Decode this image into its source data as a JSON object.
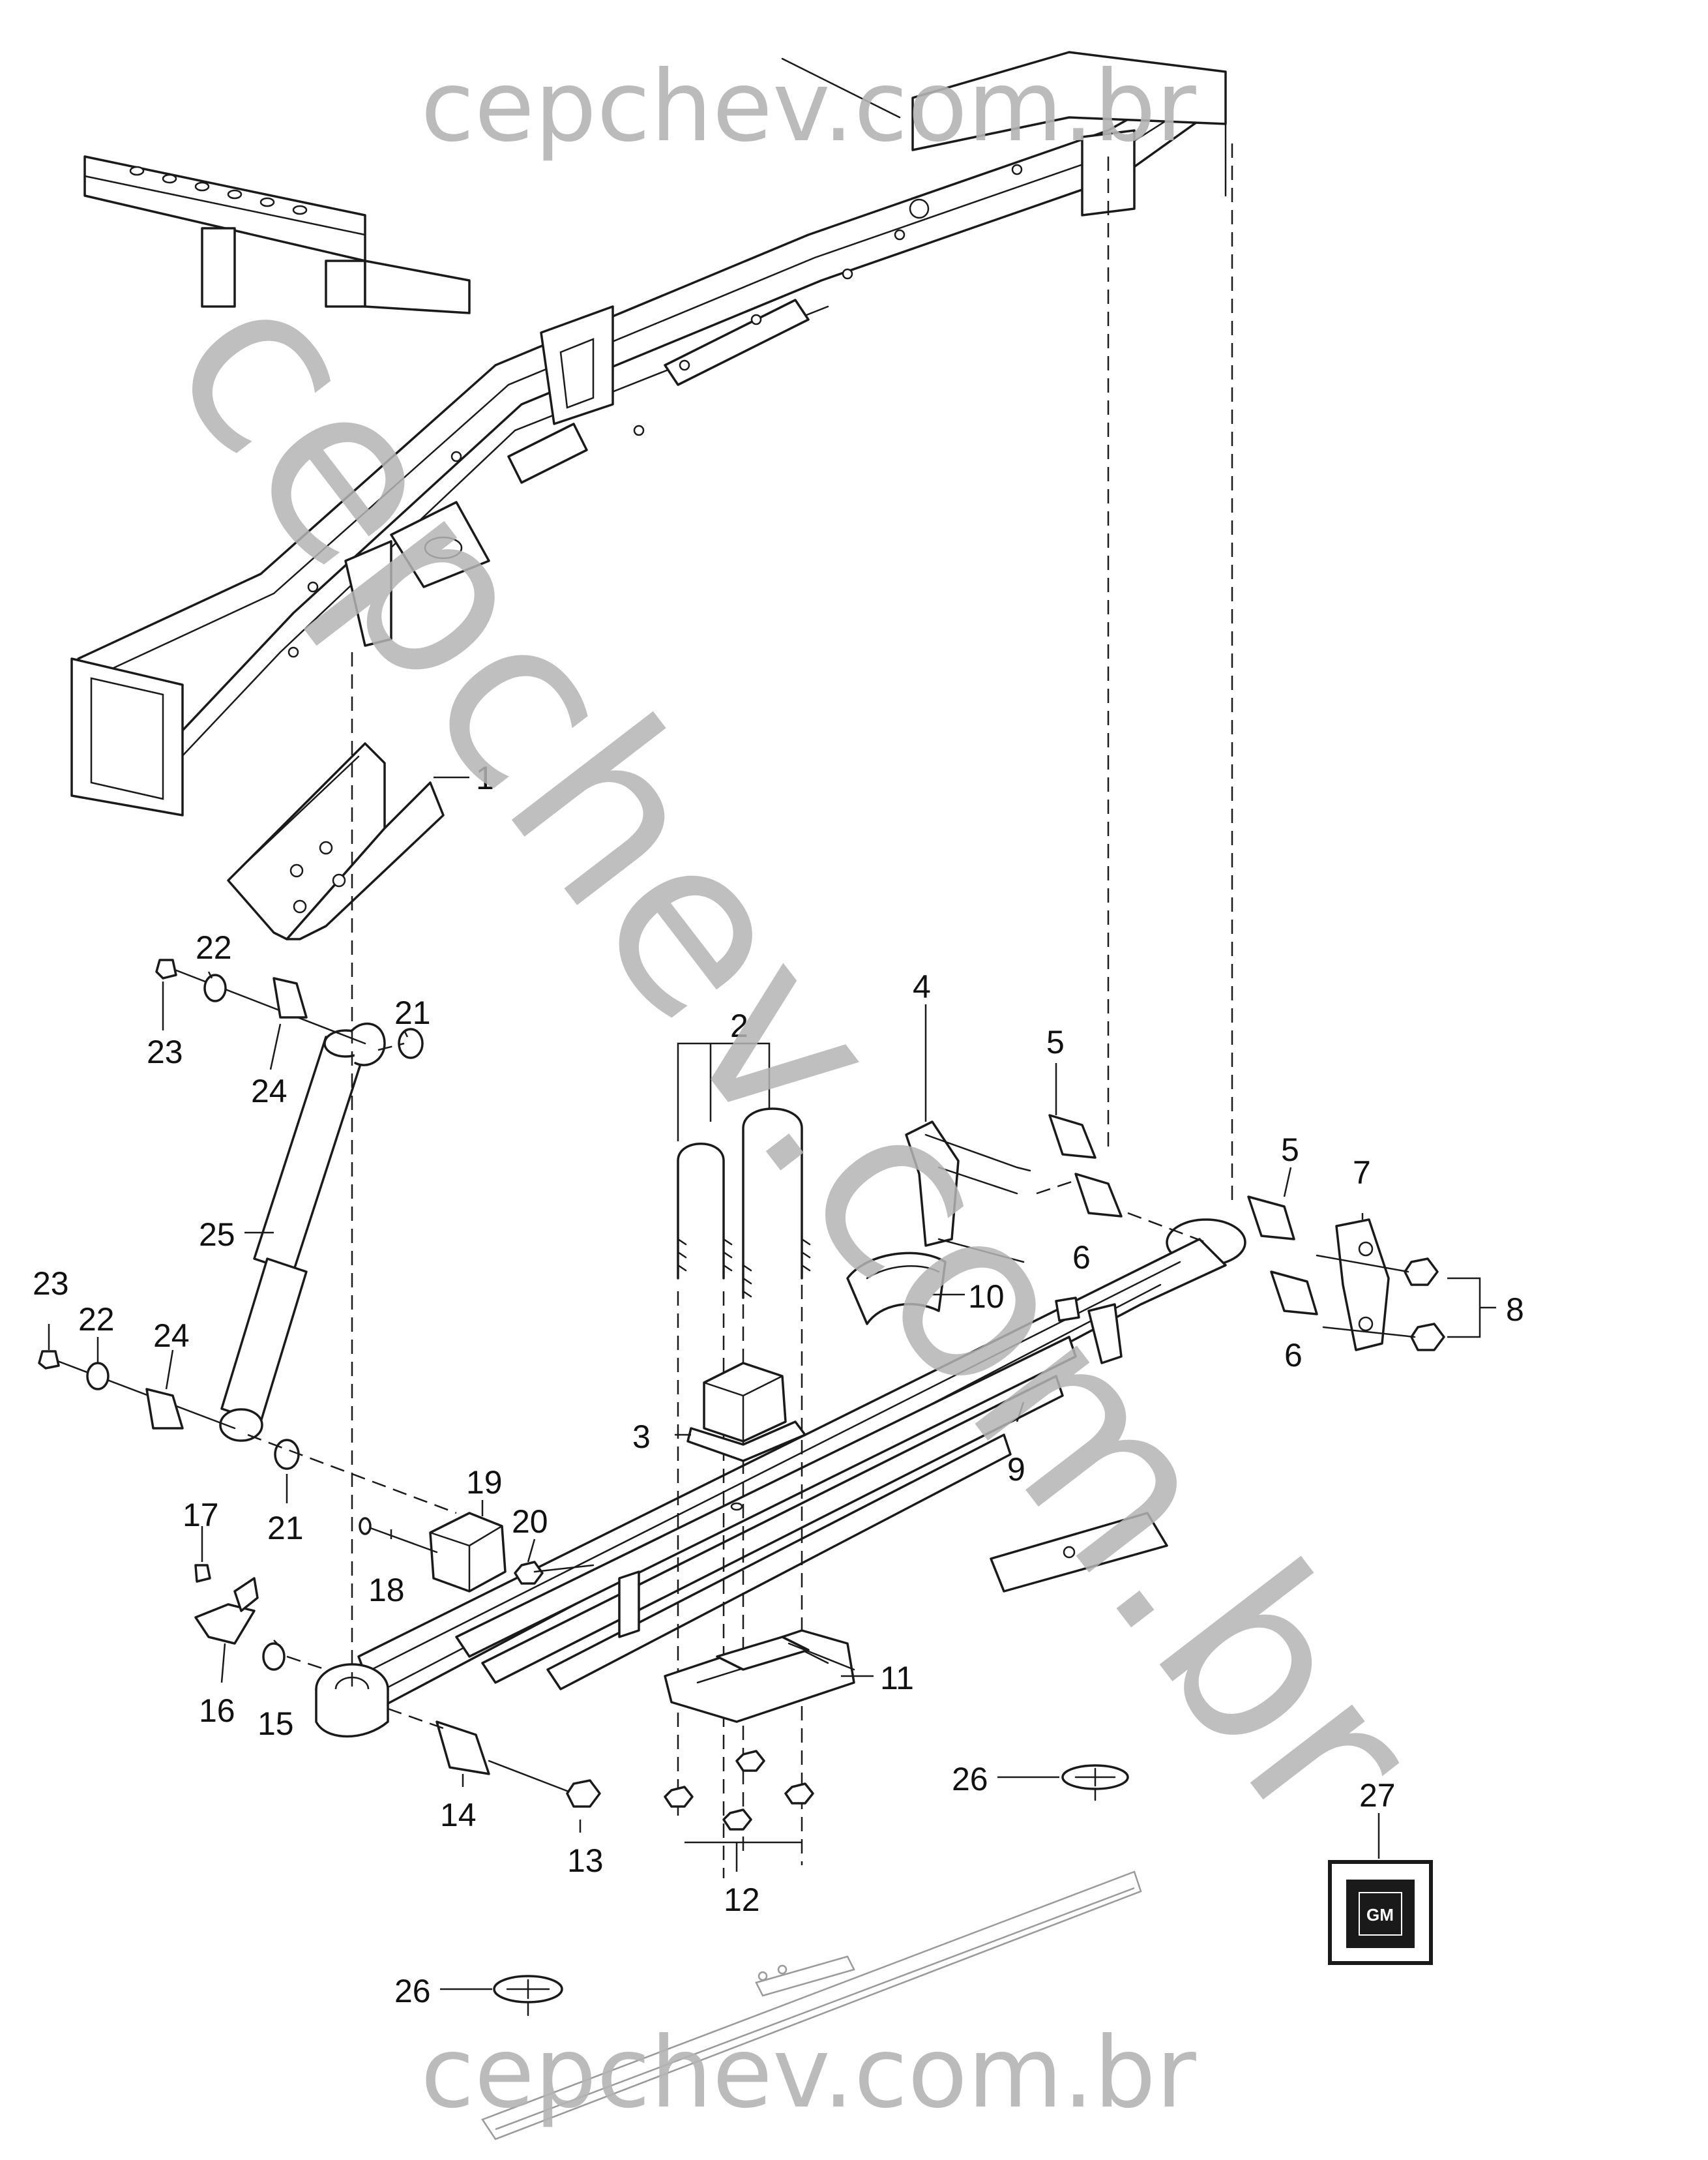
{
  "watermarks": {
    "top": "cepchev.com.br",
    "diagonal": "cepchev.com.br",
    "bottom": "cepchev.com.br"
  },
  "badge": {
    "text": "GM"
  },
  "callouts": [
    {
      "id": "c1",
      "label": "1"
    },
    {
      "id": "c2",
      "label": "2"
    },
    {
      "id": "c3",
      "label": "3"
    },
    {
      "id": "c4",
      "label": "4"
    },
    {
      "id": "c5a",
      "label": "5"
    },
    {
      "id": "c5b",
      "label": "5"
    },
    {
      "id": "c6a",
      "label": "6"
    },
    {
      "id": "c6b",
      "label": "6"
    },
    {
      "id": "c7",
      "label": "7"
    },
    {
      "id": "c8",
      "label": "8"
    },
    {
      "id": "c9",
      "label": "9"
    },
    {
      "id": "c10",
      "label": "10"
    },
    {
      "id": "c11",
      "label": "11"
    },
    {
      "id": "c12",
      "label": "12"
    },
    {
      "id": "c13",
      "label": "13"
    },
    {
      "id": "c14",
      "label": "14"
    },
    {
      "id": "c15",
      "label": "15"
    },
    {
      "id": "c16",
      "label": "16"
    },
    {
      "id": "c17",
      "label": "17"
    },
    {
      "id": "c18",
      "label": "18"
    },
    {
      "id": "c19",
      "label": "19"
    },
    {
      "id": "c20",
      "label": "20"
    },
    {
      "id": "c21a",
      "label": "21"
    },
    {
      "id": "c21b",
      "label": "21"
    },
    {
      "id": "c22a",
      "label": "22"
    },
    {
      "id": "c22b",
      "label": "22"
    },
    {
      "id": "c23a",
      "label": "23"
    },
    {
      "id": "c23b",
      "label": "23"
    },
    {
      "id": "c24a",
      "label": "24"
    },
    {
      "id": "c24b",
      "label": "24"
    },
    {
      "id": "c25",
      "label": "25"
    },
    {
      "id": "c26a",
      "label": "26"
    },
    {
      "id": "c26b",
      "label": "26"
    },
    {
      "id": "c27",
      "label": "27"
    }
  ]
}
